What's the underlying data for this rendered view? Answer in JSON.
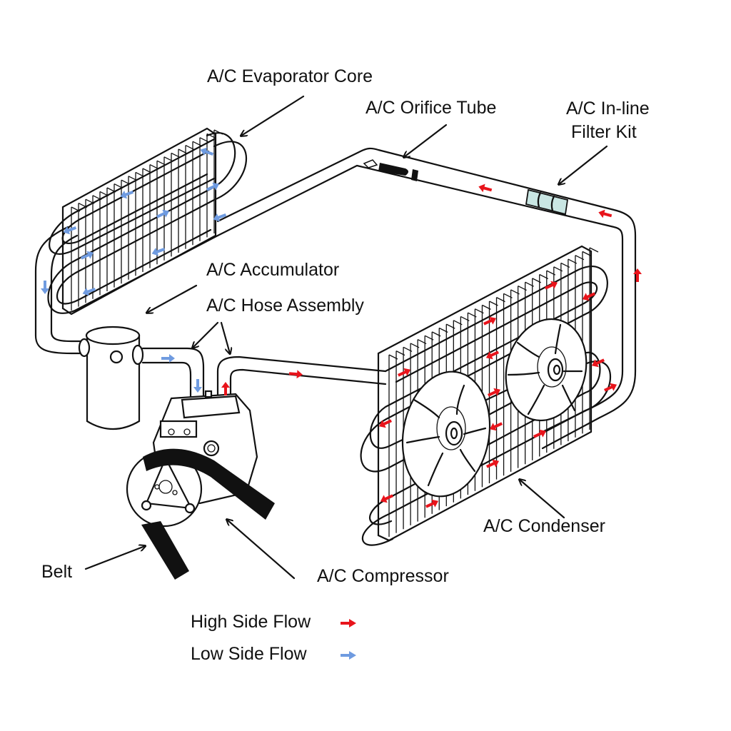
{
  "title": "Automotive A/C System Diagram",
  "labels": {
    "evaporator": "A/C Evaporator Core",
    "orifice": "A/C Orifice Tube",
    "filter_line1": "A/C In-line",
    "filter_line2": "Filter Kit",
    "accumulator": "A/C Accumulator",
    "hose": "A/C Hose Assembly",
    "condenser": "A/C Condenser",
    "belt": "Belt",
    "compressor": "A/C Compressor"
  },
  "legend": [
    {
      "label": "High Side Flow",
      "color": "#e8141b",
      "icon": "red-arrow-icon"
    },
    {
      "label": "Low Side Flow",
      "color": "#6f9be0",
      "icon": "blue-arrow-icon"
    }
  ],
  "colors": {
    "high_side": "#e8141b",
    "low_side": "#6f9be0",
    "filter": "#c9e6e3",
    "line": "#111111"
  }
}
